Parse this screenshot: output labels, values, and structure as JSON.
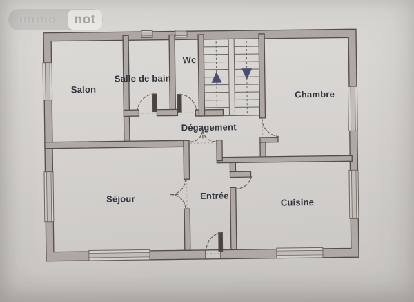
{
  "watermark": {
    "brand_prefix": "immo",
    "brand_suffix": "not"
  },
  "rooms": {
    "salon": {
      "label": "Salon"
    },
    "salle_de_bain": {
      "label": "Salle de bain"
    },
    "wc": {
      "label": "Wc"
    },
    "chambre": {
      "label": "Chambre"
    },
    "degagement": {
      "label": "Dégagement"
    },
    "sejour": {
      "label": "Séjour"
    },
    "entree": {
      "label": "Entrée"
    },
    "cuisine": {
      "label": "Cuisine"
    }
  },
  "theme": {
    "paper": "#d4d1ce",
    "wall_fill": "#b0a8a4",
    "wall_stroke": "#544e49",
    "line": "#6a635d",
    "leaf": "#4a433e",
    "win_fill": "#c2bdb9",
    "text": "#32343f",
    "arrow": "#4c4b70",
    "thresh": "#9a938d",
    "wm_pill": "#c9c7c4",
    "wm_text": "#bcbab7",
    "wm_box": "#f0eeec",
    "wm_box_text": "#a5a3a0"
  }
}
